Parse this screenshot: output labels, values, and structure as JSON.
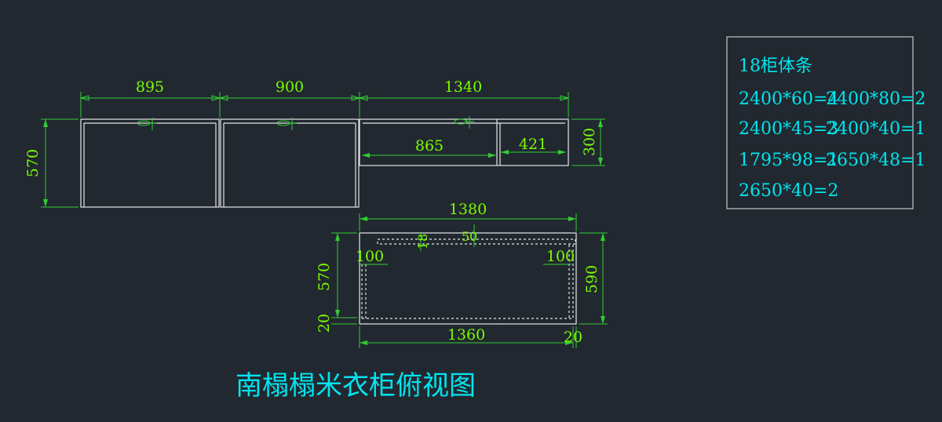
{
  "drawing": {
    "title": "南榻榻米衣柜俯视图",
    "front_view": {
      "dims_top": [
        "895",
        "900",
        "1340"
      ],
      "height_left": "570",
      "height_right": "300",
      "inner_dims": [
        "865",
        "421"
      ]
    },
    "top_view": {
      "width_top": "1380",
      "width_bottom": "1360",
      "bottom_right": "20",
      "depth_left": "570",
      "depth_left_small": "20",
      "depth_right": "590",
      "inner_left": "100",
      "inner_right": "100",
      "marker_a": "18",
      "marker_b": "50"
    },
    "notes": {
      "heading": "18柜体条",
      "lines": [
        [
          "2400*60=4",
          "2400*80=2"
        ],
        [
          "2400*45=3",
          "2400*40=1"
        ],
        [
          "1795*98=1",
          "2650*48=1"
        ],
        [
          "2650*40=2",
          ""
        ]
      ]
    }
  },
  "colors": {
    "background": "#212830",
    "dimension": "#32CD32",
    "annotation": "#00E5EE",
    "outline": "#E6E6E6"
  }
}
